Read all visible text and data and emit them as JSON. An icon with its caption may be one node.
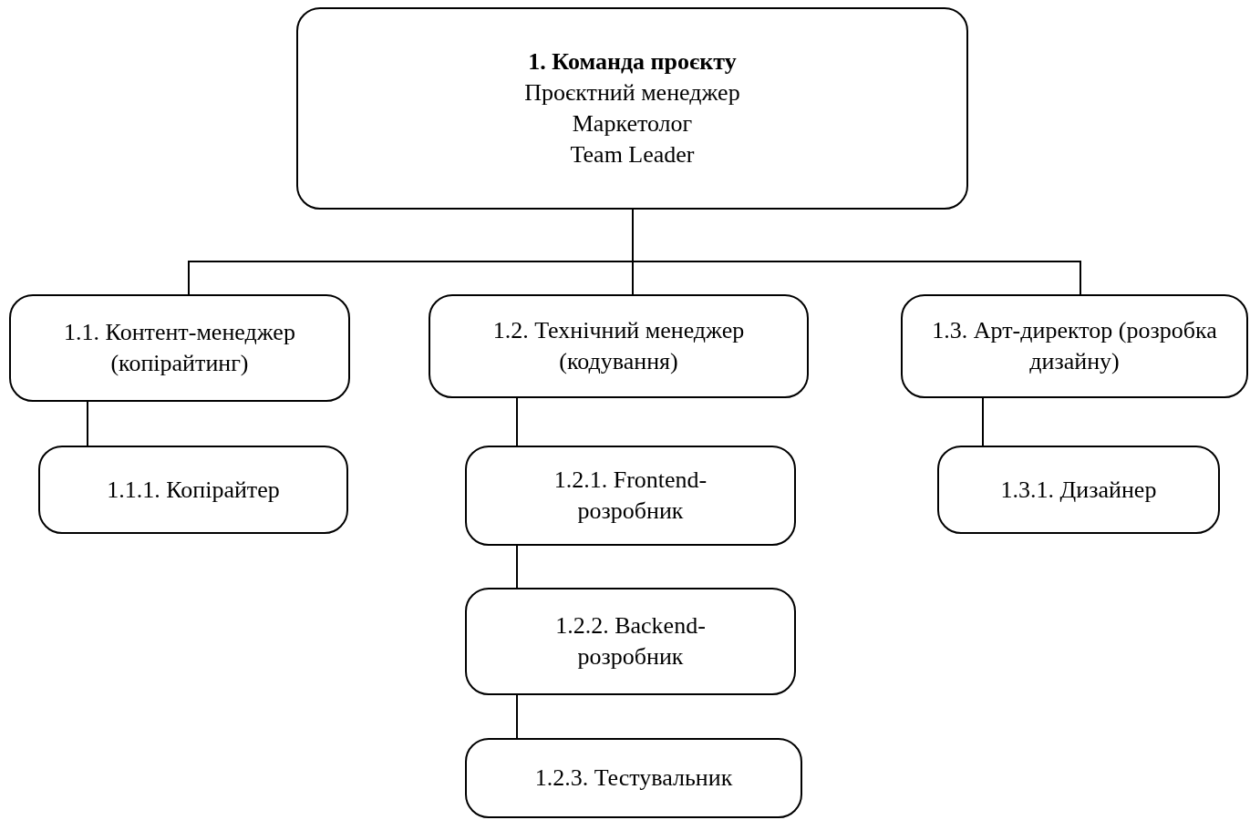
{
  "diagram": {
    "nodes": [
      {
        "text": [
          "1. Команда проєкту",
          "Проєктний менеджер",
          "Маркетолог",
          "Team Leader"
        ]
      },
      {
        "text": [
          "1.1. Контент-менеджер (копірайтинг)"
        ]
      },
      {
        "text": [
          "1.2. Технічний менеджер (кодування)"
        ]
      },
      {
        "text": [
          "1.3. Арт-директор (розробка дизайну)"
        ]
      },
      {
        "text": [
          "1.1.1. Копірайтер"
        ]
      },
      {
        "text": [
          "1.2.1. Frontend-розробник"
        ]
      },
      {
        "text": [
          "1.2.2. Backend-розробник"
        ]
      },
      {
        "text": [
          "1.2.3. Тестувальник"
        ]
      },
      {
        "text": [
          "1.3.1. Дизайнер"
        ]
      }
    ],
    "edges": [
      {
        "from": 0,
        "to": 1,
        "arrow": "none"
      },
      {
        "from": 0,
        "to": 2,
        "arrow": "none"
      },
      {
        "from": 0,
        "to": 3,
        "arrow": "none"
      },
      {
        "from": 1,
        "to": 4,
        "arrow": "none"
      },
      {
        "from": 2,
        "to": 5,
        "arrow": "none"
      },
      {
        "from": 5,
        "to": 6,
        "arrow": "none"
      },
      {
        "from": 6,
        "to": 7,
        "arrow": "none"
      },
      {
        "from": 3,
        "to": 8,
        "arrow": "none"
      }
    ]
  }
}
